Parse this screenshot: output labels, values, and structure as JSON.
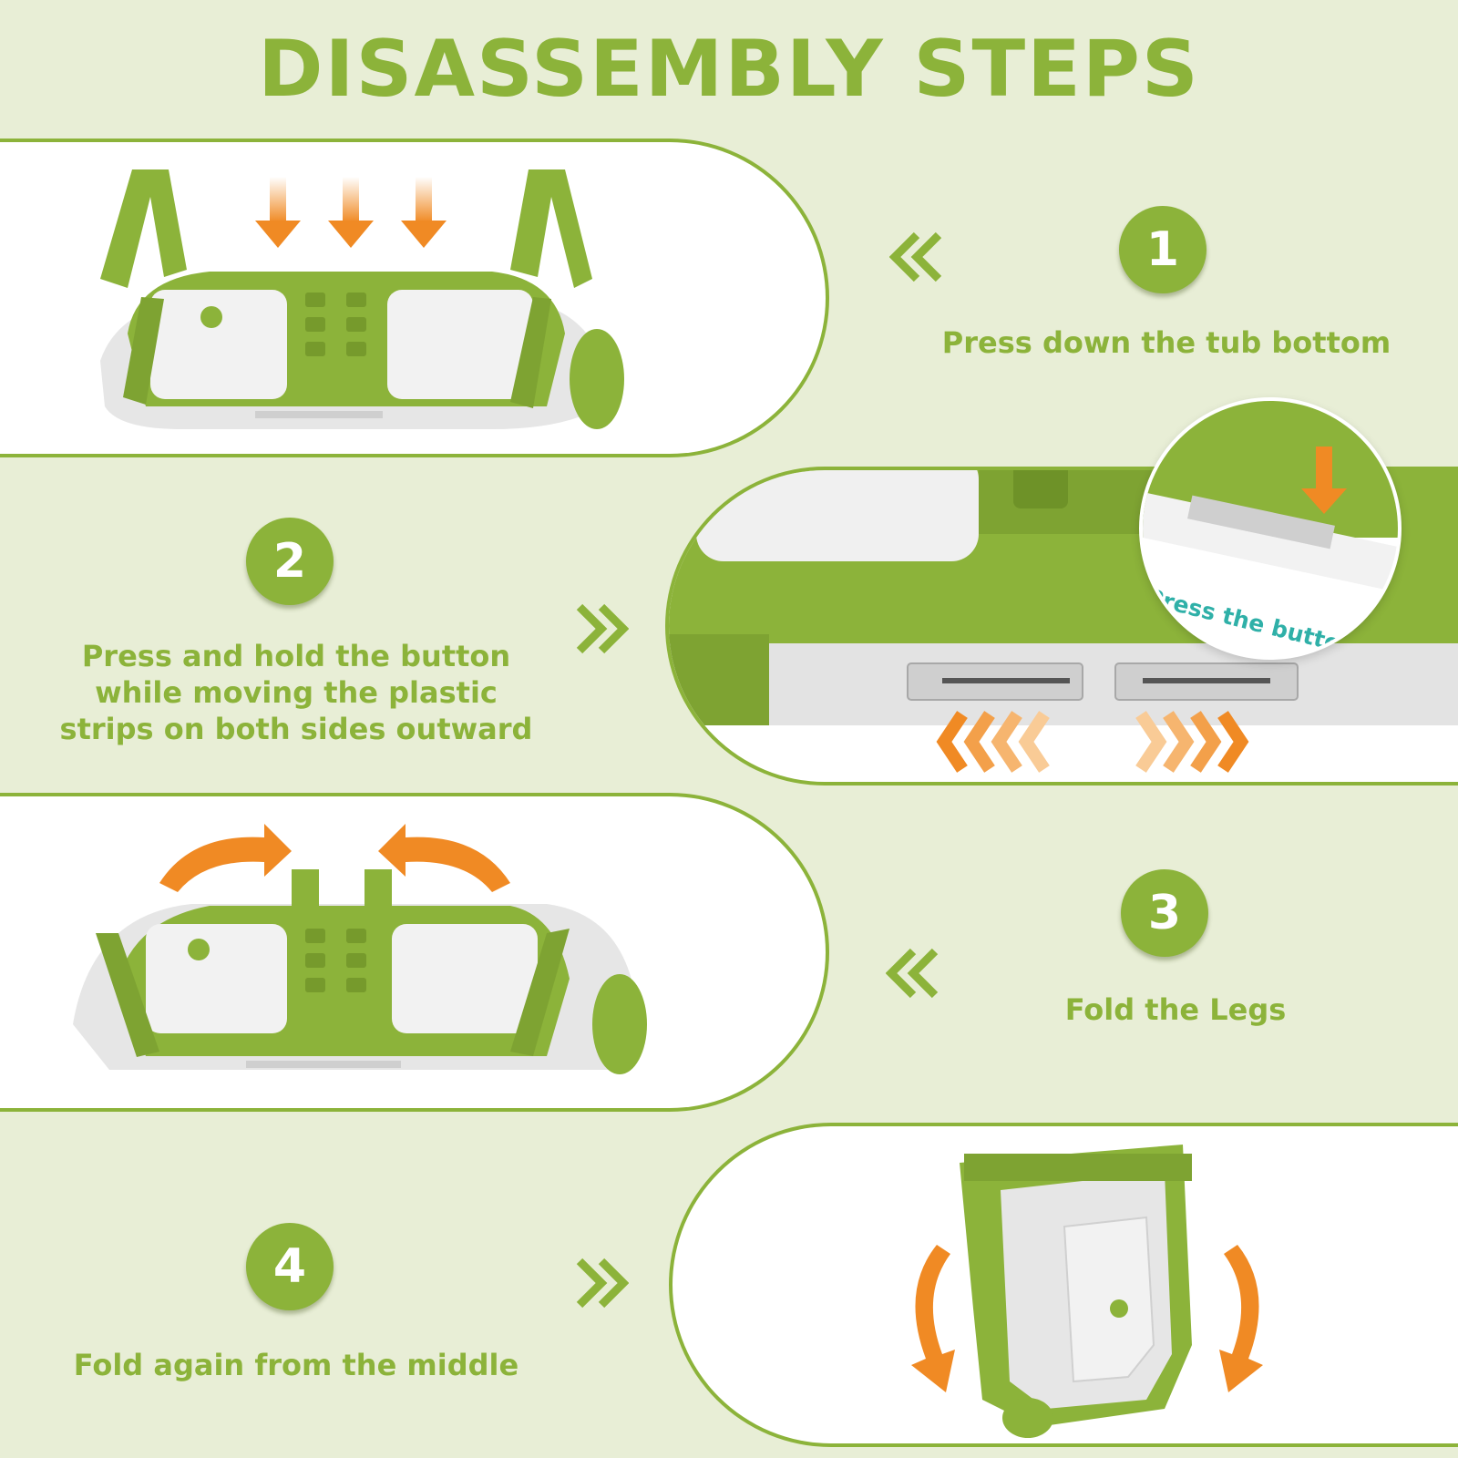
{
  "title": "DISASSEMBLY STEPS",
  "steps": [
    {
      "number": "1",
      "text": "Press down the tub bottom"
    },
    {
      "number": "2",
      "text_lines": [
        "Press and hold the button",
        "while moving the plastic",
        "strips on both sides outward"
      ]
    },
    {
      "number": "3",
      "text": "Fold the Legs"
    },
    {
      "number": "4",
      "text": "Fold again from the middle"
    }
  ],
  "callout": {
    "text": "Press the button"
  },
  "colors": {
    "accent_green": "#8cb33a",
    "background": "#e8eed6",
    "arrow_orange": "#f08a24",
    "callout_teal": "#2fb0a8"
  },
  "icons": [
    "chevron-double-left-icon",
    "chevron-double-right-icon",
    "down-arrow-icon",
    "curved-arrow-icon"
  ]
}
